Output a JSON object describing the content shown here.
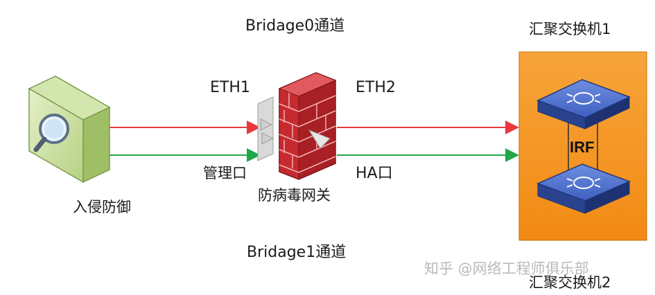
{
  "labels": {
    "bridge0": "Bridage0通道",
    "bridge1": "Bridage1通道",
    "eth1": "ETH1",
    "eth2": "ETH2",
    "mgmt_port": "管理口",
    "ha_port": "HA口",
    "ips": "入侵防御",
    "av_gateway": "防病毒网关",
    "switch1": "汇聚交换机1",
    "switch2": "汇聚交换机2",
    "irf": "IRF"
  },
  "watermark": "知乎 @网络工程师俱乐部",
  "colors": {
    "red_link": "#e8383d",
    "green_link": "#22a84a",
    "switch_panel": "#f7941d",
    "switch_blue": "#2f4aa0",
    "firewall": "#c0282d",
    "ips_box": "#b9d58a"
  },
  "icons": {
    "ips": "magnifier-box-icon",
    "firewall": "brick-firewall-icon",
    "switch": "layer3-switch-icon"
  }
}
